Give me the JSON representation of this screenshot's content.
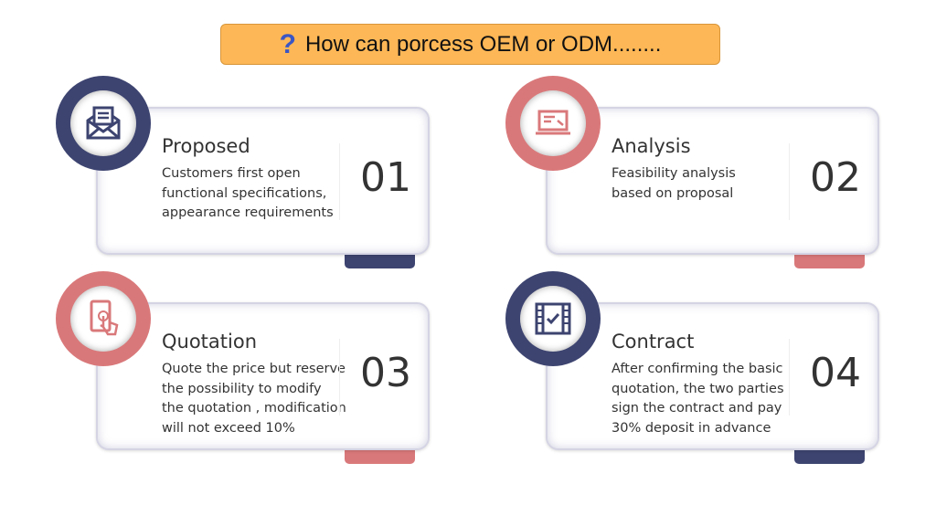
{
  "banner": {
    "icon": "question-mark-icon",
    "title": "How can porcess OEM or ODM........"
  },
  "colors": {
    "navy": "#3d4470",
    "pink": "#d9787a",
    "banner": "#fdb756",
    "question": "#3a56c5"
  },
  "steps": [
    {
      "title": "Proposed",
      "number": "01",
      "icon": "open-envelope-icon",
      "lines": [
        "Customers first open",
        "functional specifications,",
        "appearance requirements"
      ]
    },
    {
      "title": "Analysis",
      "number": "02",
      "icon": "laptop-icon",
      "lines": [
        "Feasibility analysis",
        "based on proposal"
      ]
    },
    {
      "title": "Quotation",
      "number": "03",
      "icon": "touch-phone-icon",
      "lines": [
        "Quote the price but reserve",
        "the possibility to modify",
        "the quotation , modification",
        "will not exceed 10%"
      ]
    },
    {
      "title": "Contract",
      "number": "04",
      "icon": "film-check-icon",
      "lines": [
        "After confirming the basic",
        "quotation, the two parties",
        "sign the contract and pay",
        "30% deposit in advance"
      ]
    }
  ]
}
